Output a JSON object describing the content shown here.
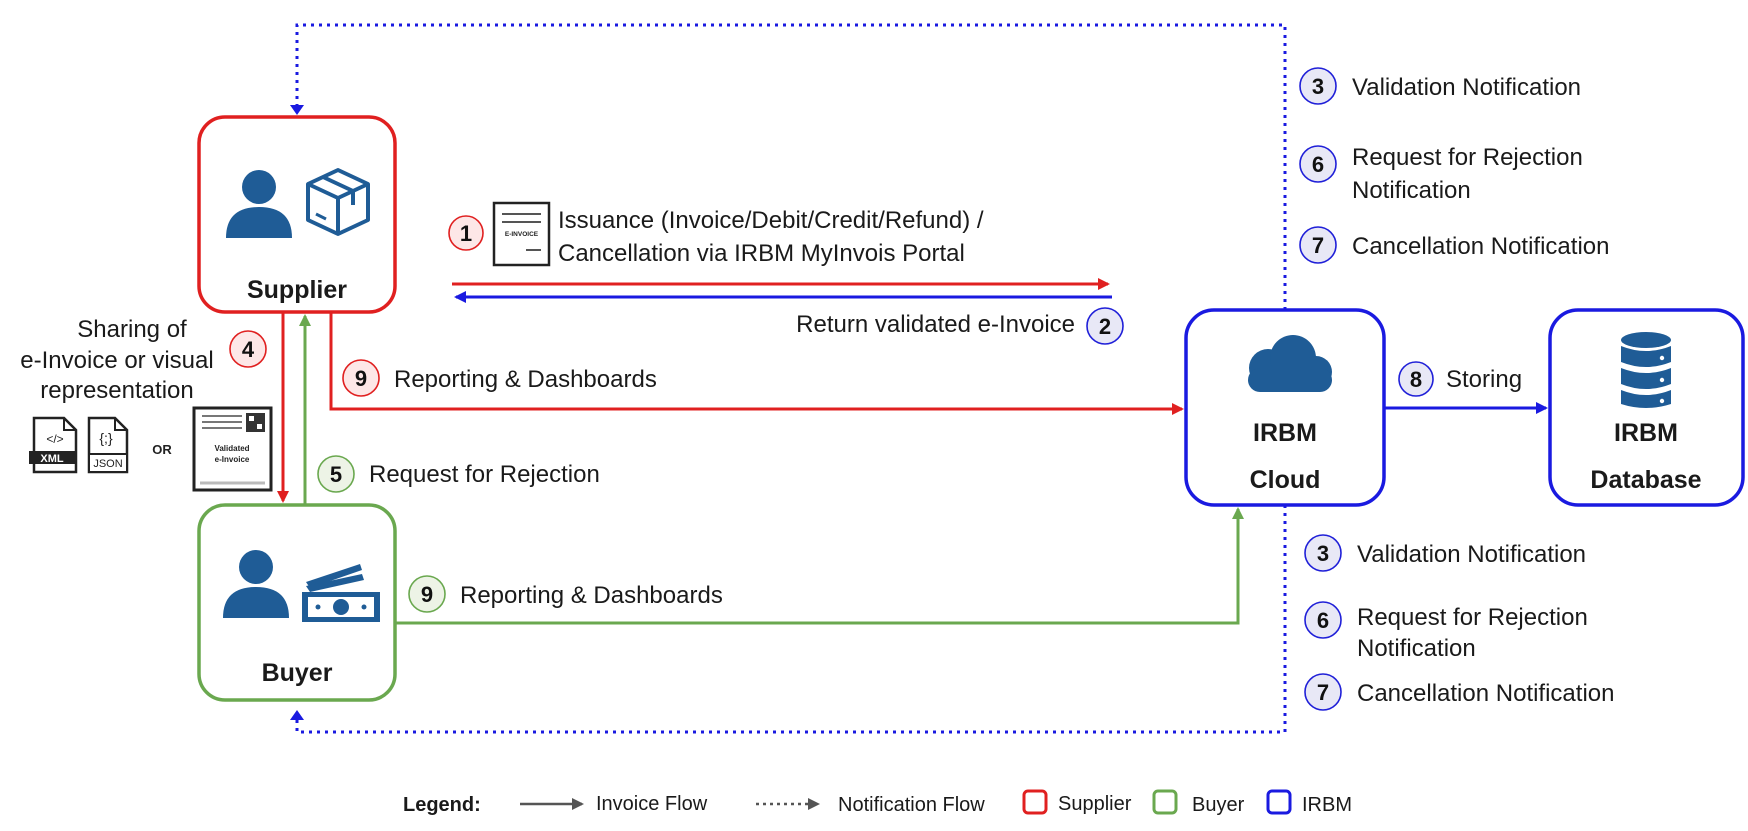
{
  "entities": {
    "supplier": {
      "label": "Supplier",
      "color": "#e02020"
    },
    "buyer": {
      "label": "Buyer",
      "color": "#6aa84f"
    },
    "cloud": {
      "label_line1": "IRBM",
      "label_line2": "Cloud",
      "color": "#1a1ae0"
    },
    "database": {
      "label_line1": "IRBM",
      "label_line2": "Database",
      "color": "#1a1ae0"
    }
  },
  "steps": {
    "issuance": {
      "num": "1",
      "line1": "Issuance (Invoice/Debit/Credit/Refund) /",
      "line2": "Cancellation via IRBM MyInvois Portal",
      "doc_label": "E-INVOICE"
    },
    "return": {
      "num": "2",
      "text": "Return validated e-Invoice"
    },
    "sharing": {
      "num": "4",
      "line1": "Sharing of",
      "line2": "e-Invoice or visual",
      "line3": "representation",
      "or": "OR",
      "xml": "XML",
      "json": "JSON",
      "validated_line1": "Validated",
      "validated_line2": "e-Invoice"
    },
    "supplier_reporting": {
      "num": "9",
      "text": "Reporting & Dashboards"
    },
    "rejection": {
      "num": "5",
      "text": "Request for Rejection"
    },
    "buyer_reporting": {
      "num": "9",
      "text": "Reporting & Dashboards"
    },
    "storing": {
      "num": "8",
      "text": "Storing"
    }
  },
  "notifications_top": [
    {
      "num": "3",
      "line1": "Validation Notification",
      "line2": ""
    },
    {
      "num": "6",
      "line1": "Request for Rejection",
      "line2": "Notification"
    },
    {
      "num": "7",
      "line1": "Cancellation Notification",
      "line2": ""
    }
  ],
  "notifications_bottom": [
    {
      "num": "3",
      "line1": "Validation Notification",
      "line2": ""
    },
    {
      "num": "6",
      "line1": "Request for Rejection",
      "line2": "Notification"
    },
    {
      "num": "7",
      "line1": "Cancellation Notification",
      "line2": ""
    }
  ],
  "legend": {
    "title": "Legend:",
    "invoice_flow": "Invoice Flow",
    "notification_flow": "Notification Flow",
    "supplier": "Supplier",
    "buyer": "Buyer",
    "irbm": "IRBM"
  }
}
